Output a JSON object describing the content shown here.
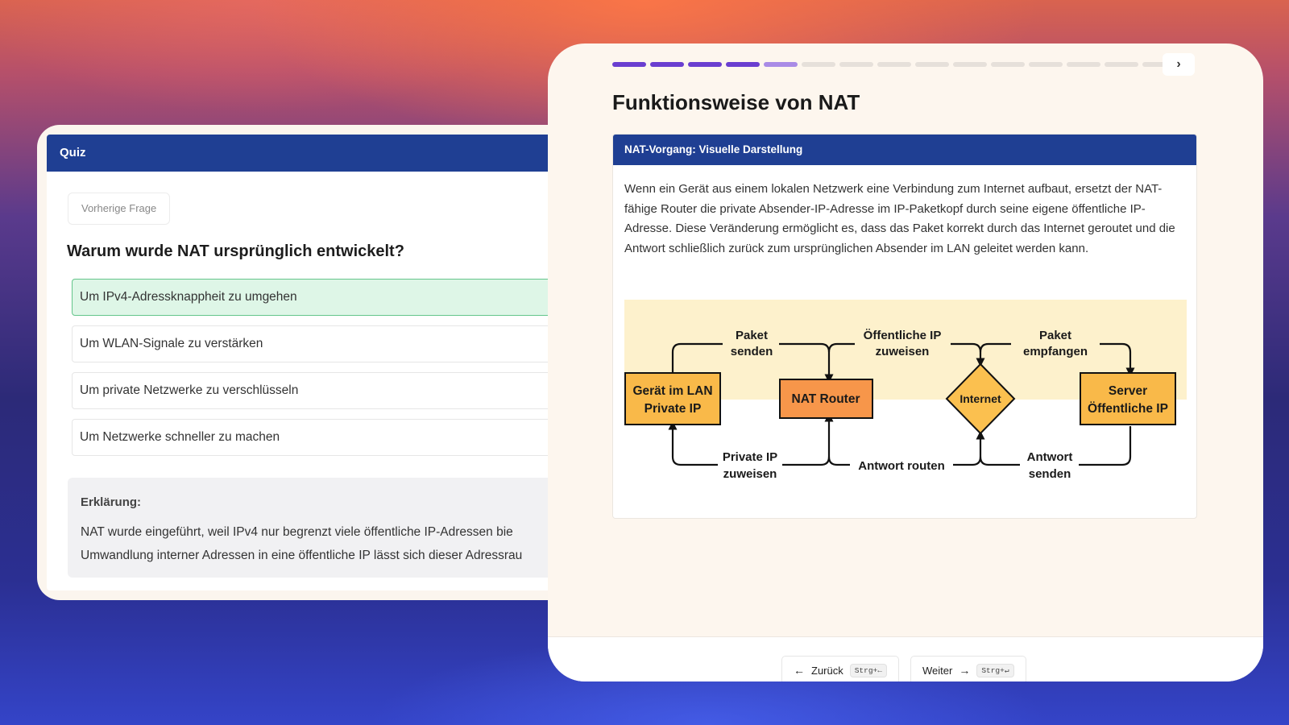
{
  "quiz": {
    "header": "Quiz",
    "prev_button": "Vorherige Frage",
    "question": "Warum wurde NAT ursprünglich entwickelt?",
    "answers": [
      {
        "label": "Um IPv4-Adressknappheit zu umgehen",
        "state": "correct"
      },
      {
        "label": "Um WLAN-Signale zu verstärken",
        "state": "default"
      },
      {
        "label": "Um private Netzwerke zu verschlüsseln",
        "state": "default"
      },
      {
        "label": "Um Netzwerke schneller zu machen",
        "state": "default"
      }
    ],
    "explanation": {
      "title": "Erklärung:",
      "lines": [
        "NAT wurde eingeführt, weil IPv4 nur begrenzt viele öffentliche IP-Adressen bie",
        "Umwandlung interner Adressen in eine öffentliche IP lässt sich dieser Adressrau"
      ]
    }
  },
  "lesson": {
    "progress": {
      "total": 15,
      "completed": 4,
      "current": 5
    },
    "next_chevron": "›",
    "title": "Funktionsweise von NAT",
    "panel_header": "NAT-Vorgang: Visuelle Darstellung",
    "panel_text": "Wenn ein Gerät aus einem lokalen Netzwerk eine Verbindung zum Internet aufbaut, ersetzt der NAT-fähige Router die private Absender-IP-Adresse im IP-Paketkopf durch seine eigene öffentliche IP-Adresse. Diese Veränderung ermöglicht es, dass das Paket korrekt durch das Internet geroutet und die Antwort schließlich zurück zum ursprünglichen Absender im LAN geleitet werden kann.",
    "diagram": {
      "nodes": {
        "lan": [
          "Gerät im LAN",
          "Private IP"
        ],
        "router": "NAT Router",
        "internet": "Internet",
        "server": [
          "Server",
          "Öffentliche IP"
        ]
      },
      "top_labels": {
        "send": [
          "Paket",
          "senden"
        ],
        "assign_public": [
          "Öffentliche IP",
          "zuweisen"
        ],
        "receive": [
          "Paket",
          "empfangen"
        ]
      },
      "bottom_labels": {
        "assign_private": [
          "Private IP",
          "zuweisen"
        ],
        "route_reply": "Antwort routen",
        "send_reply": [
          "Antwort",
          "senden"
        ]
      },
      "colors": {
        "band": "#fdf1cc",
        "lan_fill": "#f9b949",
        "router_fill": "#f7964a",
        "internet_fill": "#fbc04f",
        "server_fill": "#f9b949"
      }
    },
    "nav": {
      "back_label": "Zurück",
      "back_kbd": "Strg+←",
      "next_label": "Weiter",
      "next_kbd": "Strg+↵"
    }
  }
}
